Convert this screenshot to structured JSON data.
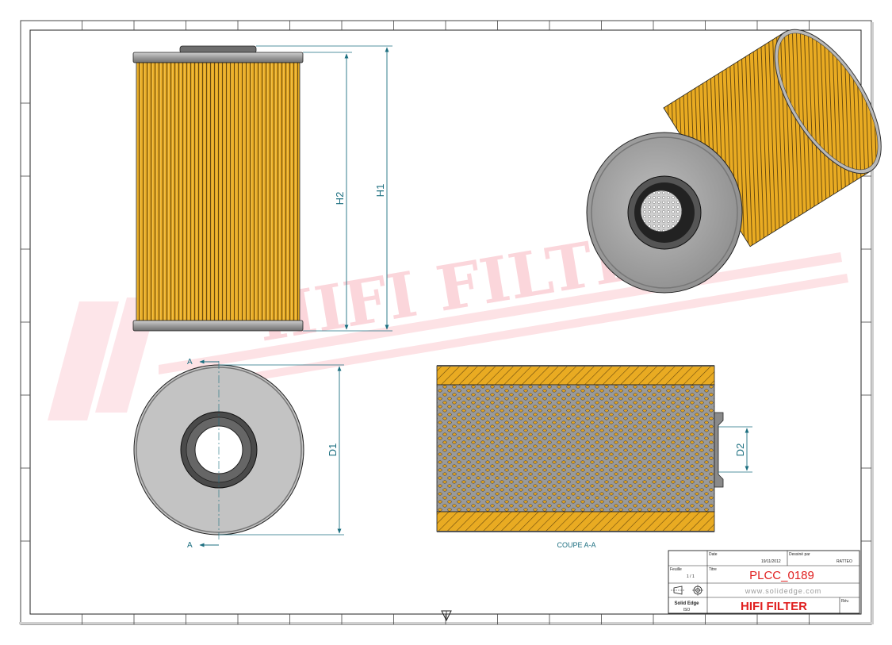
{
  "dimensions": {
    "h1": "H1",
    "h2": "H2",
    "d1": "D1",
    "d2": "D2"
  },
  "section": {
    "marker": "A",
    "caption": "COUPE A-A"
  },
  "watermark": {
    "text": "HIFI FILTER"
  },
  "title_block": {
    "date_label": "Date",
    "date_value": "19/11/2012",
    "drawn_label": "Dessiné par",
    "drawn_value": "RATTEO",
    "sheet_label": "Feuille",
    "sheet_value": "1 / 1",
    "title_label": "Titre",
    "part_number": "PLCC_0189",
    "url": "www.solidedge.com",
    "software": "Solid Edge",
    "software_sub": "ISO",
    "rev_label": "Rév.",
    "company": "HIFI FILTER"
  },
  "colors": {
    "filter_paper": "#e8a91c",
    "end_cap": "#a0a0a0",
    "dimension": "#1c6f80",
    "accent": "#e02020"
  },
  "icons": [
    "projection-symbol-icon",
    "centering-triangle-icon"
  ]
}
